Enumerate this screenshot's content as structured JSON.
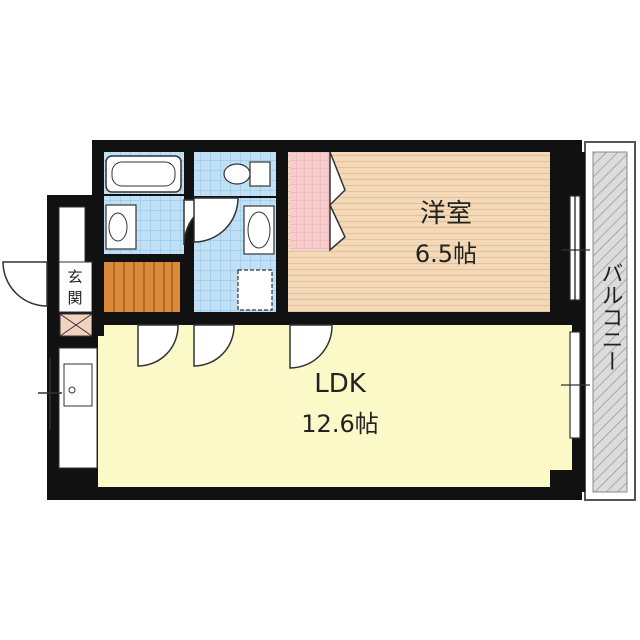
{
  "rooms": {
    "western": {
      "name": "洋室",
      "size": "6.5帖"
    },
    "ldk": {
      "name": "LDK",
      "size": "12.6帖"
    },
    "entrance": {
      "name": "玄関",
      "char1": "玄",
      "char2": "関"
    },
    "balcony": {
      "name": "バルコニー"
    }
  },
  "colors": {
    "wall": "#111111",
    "western_floor": "#f4d9b8",
    "western_stripe": "#e6c39c",
    "ldk_floor": "#fbf9c8",
    "wet_area": "#bfe0f5",
    "wet_grid": "#7cb8e0",
    "closet": "#f6cccc",
    "stair": "#d98b3a",
    "balcony": "#d9d9d9"
  }
}
